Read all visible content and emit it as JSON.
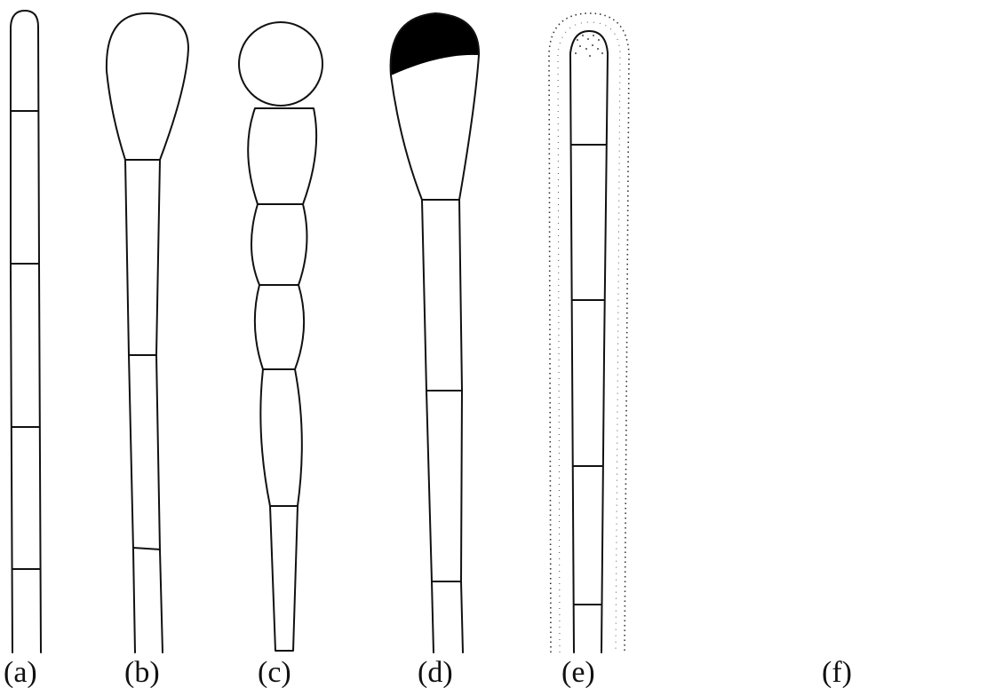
{
  "panels": [
    {
      "id": "a",
      "label": "(a)"
    },
    {
      "id": "b",
      "label": "(b)"
    },
    {
      "id": "c",
      "label": "(c)"
    },
    {
      "id": "d",
      "label": "(d)"
    },
    {
      "id": "e",
      "label": "(e)"
    },
    {
      "id": "f",
      "label": "(f)"
    }
  ],
  "colors": {
    "ink": "#111111",
    "background": "#ffffff"
  }
}
